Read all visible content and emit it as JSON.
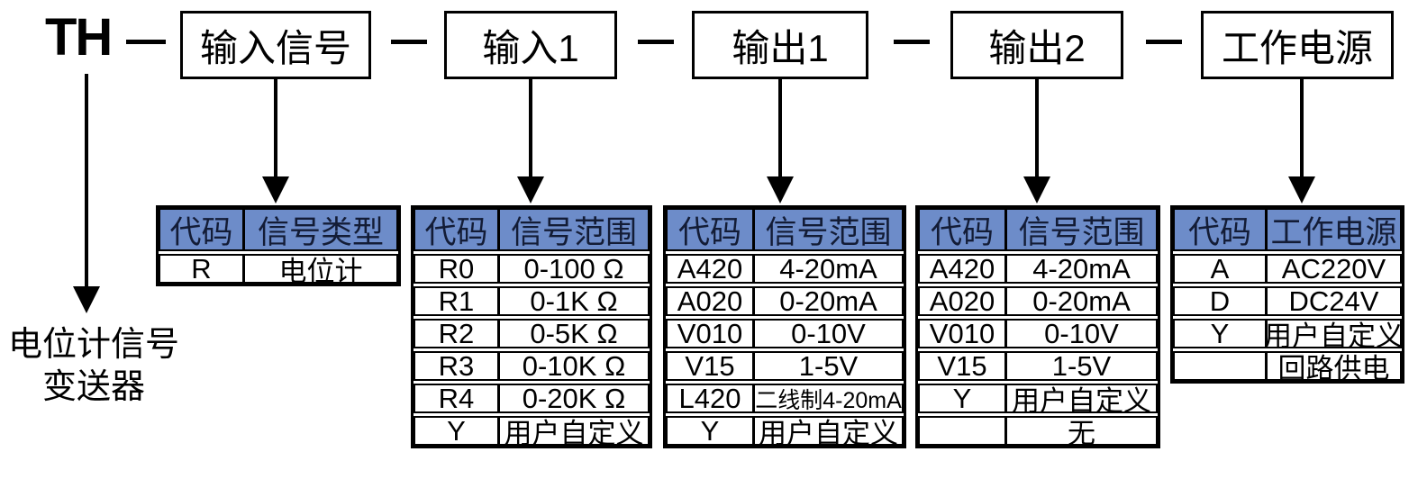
{
  "model_prefix": "TH",
  "prefix_note": {
    "line1": "电位计信号",
    "line2": "变送器"
  },
  "top_boxes": [
    {
      "label": "输入信号"
    },
    {
      "label": "输入1"
    },
    {
      "label": "输出1"
    },
    {
      "label": "输出2"
    },
    {
      "label": "工作电源"
    }
  ],
  "colors": {
    "header_bg": "#6d8cc9",
    "header_text": "#131c36",
    "line": "#000000"
  },
  "tables": [
    {
      "headers": [
        "代码",
        "信号类型"
      ],
      "rows": [
        [
          "R",
          "电位计"
        ]
      ]
    },
    {
      "headers": [
        "代码",
        "信号范围"
      ],
      "rows": [
        [
          "R0",
          "0-100 Ω"
        ],
        [
          "R1",
          "0-1K Ω"
        ],
        [
          "R2",
          "0-5K Ω"
        ],
        [
          "R3",
          "0-10K Ω"
        ],
        [
          "R4",
          "0-20K Ω"
        ],
        [
          "Y",
          "用户自定义"
        ]
      ]
    },
    {
      "headers": [
        "代码",
        "信号范围"
      ],
      "rows": [
        [
          "A420",
          "4-20mA"
        ],
        [
          "A020",
          "0-20mA"
        ],
        [
          "V010",
          "0-10V"
        ],
        [
          "V15",
          "1-5V"
        ],
        [
          "L420",
          "二线制4-20mA"
        ],
        [
          "Y",
          "用户自定义"
        ]
      ]
    },
    {
      "headers": [
        "代码",
        "信号范围"
      ],
      "rows": [
        [
          "A420",
          "4-20mA"
        ],
        [
          "A020",
          "0-20mA"
        ],
        [
          "V010",
          "0-10V"
        ],
        [
          "V15",
          "1-5V"
        ],
        [
          "Y",
          "用户自定义"
        ],
        [
          "",
          "无"
        ]
      ]
    },
    {
      "headers": [
        "代码",
        "工作电源"
      ],
      "rows": [
        [
          "A",
          "AC220V"
        ],
        [
          "D",
          "DC24V"
        ],
        [
          "Y",
          "用户自定义"
        ],
        [
          "",
          "回路供电"
        ]
      ]
    }
  ]
}
